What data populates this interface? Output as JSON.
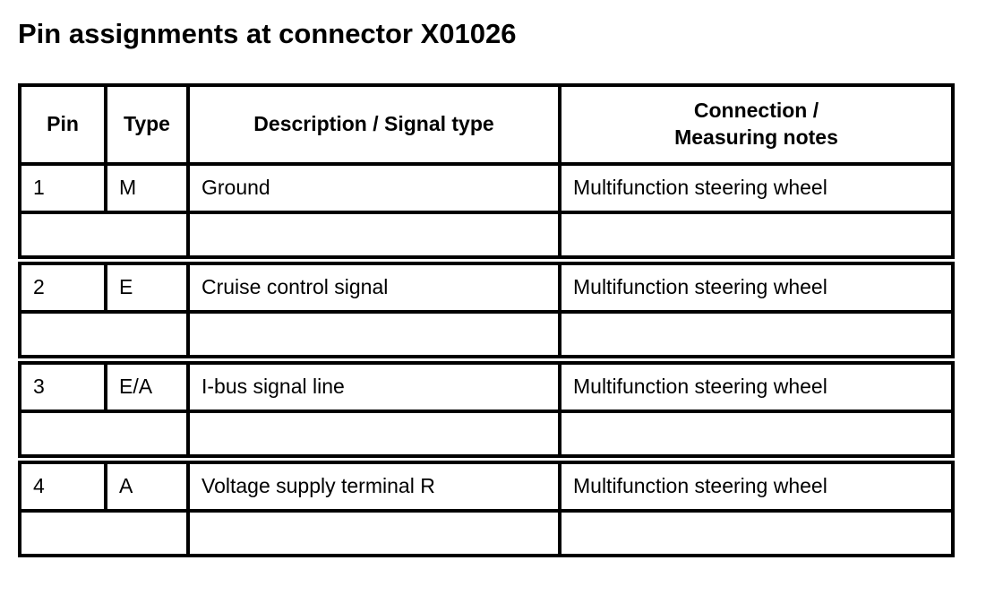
{
  "page": {
    "title": "Pin assignments at connector X01026"
  },
  "table": {
    "headers": {
      "pin": "Pin",
      "type": "Type",
      "description": "Description / Signal type",
      "connection": "Connection /\nMeasuring notes"
    },
    "rows": [
      {
        "pin": "1",
        "type": "M",
        "description": "Ground",
        "connection": "Multifunction steering wheel"
      },
      {
        "pin": "2",
        "type": "E",
        "description": "Cruise control signal",
        "connection": "Multifunction steering wheel"
      },
      {
        "pin": "3",
        "type": "E/A",
        "description": "I-bus signal line",
        "connection": "Multifunction steering wheel"
      },
      {
        "pin": "4",
        "type": "A",
        "description": "Voltage supply terminal R",
        "connection": "Multifunction steering wheel"
      }
    ],
    "colors": {
      "border": "#000000",
      "background": "#ffffff",
      "text": "#000000"
    }
  }
}
